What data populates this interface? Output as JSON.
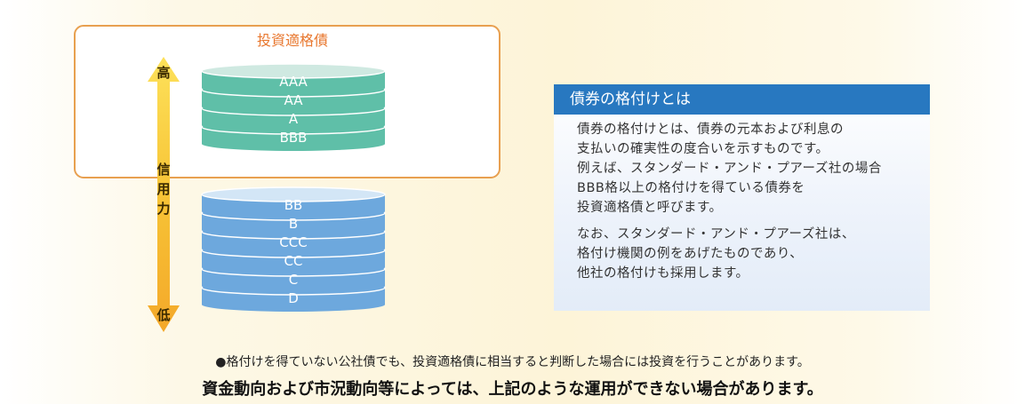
{
  "investment_grade_label": "投資適格債",
  "axis": {
    "high": "高",
    "low": "低",
    "label_chars": [
      "信",
      "用",
      "力"
    ]
  },
  "investment_grade_ratings": [
    "AAA",
    "AA",
    "A",
    "BBB"
  ],
  "speculative_ratings": [
    "BB",
    "B",
    "CCC",
    "CC",
    "C",
    "D"
  ],
  "info_box": {
    "title": "債券の格付けとは",
    "paragraph1": "債券の格付けとは、債券の元本および利息の\n支払いの確実性の度合いを示すものです。\n例えば、スタンダード・アンド・プアーズ社の場合\nBBB格以上の格付けを得ている債券を\n投資適格債と呼びます。",
    "paragraph2": "なお、スタンダード・アンド・プアーズ社は、\n格付け機関の例をあげたものであり、\n他社の格付けも採用します。"
  },
  "note": "●格付けを得ていない公社債でも、投資適格債に相当すると判断した場合には投資を行うことがあります。",
  "disclaimer": "資金動向および市況動向等によっては、上記のような運用ができない場合があります。",
  "colors": {
    "investment_disk": "#5fbfa8",
    "investment_disk_top": "#cfe9e1",
    "speculative_disk": "#6da8dd",
    "speculative_disk_top": "#d3e6f6",
    "frame": "#e8a050",
    "frame_label": "#e8772e",
    "arrow": "#f5c12e",
    "info_header": "#2878c0"
  }
}
